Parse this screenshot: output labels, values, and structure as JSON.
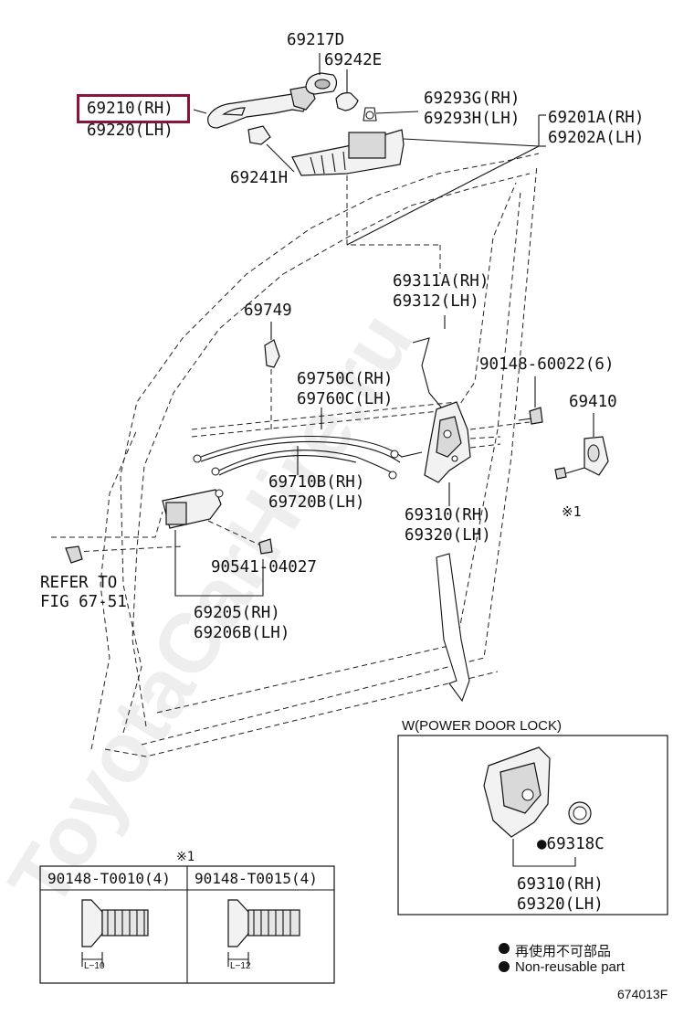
{
  "labels": {
    "p69217d": "69217D",
    "p69242e": "69242E",
    "p69210": "69210(RH)",
    "p69220": "69220(LH)",
    "p69241h": "69241H",
    "p69293g": "69293G(RH)",
    "p69293h": "69293H(LH)",
    "p69201a": "69201A(RH)",
    "p69202a": "69202A(LH)",
    "p69311a": "69311A(RH)",
    "p69312": "69312(LH)",
    "p69749": "69749",
    "p69750c": "69750C(RH)",
    "p69760c": "69760C(LH)",
    "p90148_60022": "90148-60022(6)",
    "p69410": "69410",
    "p69710b": "69710B(RH)",
    "p69720b": "69720B(LH)",
    "p69310": "69310(RH)",
    "p69320": "69320(LH)",
    "note1": "※1",
    "refer_to": "REFER TO",
    "refer_fig": "FIG 67-51",
    "p90541": "90541-04027",
    "p69205": "69205(RH)",
    "p69206b": "69206B(LH)"
  },
  "power_lock_box": {
    "title": "W(POWER DOOR LOCK)",
    "p69318c": "●69318C",
    "p69310": "69310(RH)",
    "p69320": "69320(LH)"
  },
  "screw_table": {
    "note": "※1",
    "col1": "90148-T0010(4)",
    "col2": "90148-T0015(4)",
    "dim1": "L−10",
    "dim2": "L−12"
  },
  "legend": {
    "jp": "再使用不可部品",
    "en": "Non-reusable part"
  },
  "figure_code": "674013F",
  "watermark": "ToyotaCarHire.ru"
}
